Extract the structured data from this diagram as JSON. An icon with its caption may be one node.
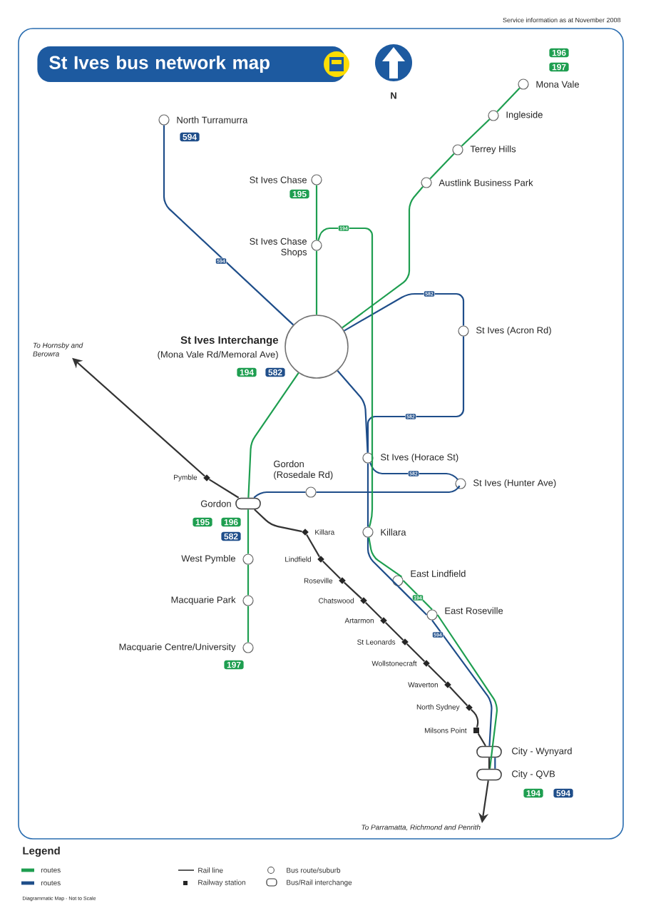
{
  "diagram": {
    "title": "St Ives bus network map",
    "nodes": [
      {
        "text": [
          "North Turramurra"
        ],
        "beside": [
          "594"
        ]
      },
      {
        "text": [
          "St Ives Chase"
        ],
        "beside": [
          "195"
        ]
      },
      {
        "text": [
          "St Ives Chase Shops"
        ]
      },
      {
        "text": [
          "Mona Vale"
        ],
        "beside": [
          "196",
          "197"
        ]
      },
      {
        "text": [
          "Ingleside"
        ]
      },
      {
        "text": [
          "Terrey Hills"
        ]
      },
      {
        "text": [
          "Austlink Business Park"
        ]
      },
      {
        "text": [
          "St Ives Interchange",
          "(Mona Vale Rd/Memoral Ave)"
        ],
        "beside": [
          "194",
          "582"
        ]
      },
      {
        "text": [
          "St Ives (Acron Rd)"
        ]
      },
      {
        "text": [
          "St Ives (Horace St)"
        ]
      },
      {
        "text": [
          "St Ives (Hunter Ave)"
        ]
      },
      {
        "text": [
          "Gordon (Rosedale Rd)"
        ]
      },
      {
        "text": [
          "Gordon"
        ],
        "beside": [
          "195",
          "196",
          "582"
        ]
      },
      {
        "text": [
          "Pymble"
        ]
      },
      {
        "text": [
          "Killara"
        ]
      },
      {
        "text": [
          "Killara"
        ]
      },
      {
        "text": [
          "West Pymble"
        ]
      },
      {
        "text": [
          "Lindfield"
        ]
      },
      {
        "text": [
          "Roseville"
        ]
      },
      {
        "text": [
          "Chatswood"
        ]
      },
      {
        "text": [
          "Artarmon"
        ]
      },
      {
        "text": [
          "St Leonards"
        ]
      },
      {
        "text": [
          "East Lindfield"
        ]
      },
      {
        "text": [
          "East Roseville"
        ]
      },
      {
        "text": [
          "Macquarie Park"
        ]
      },
      {
        "text": [
          "Wollstonecraft"
        ]
      },
      {
        "text": [
          "Macquarie Centre/University"
        ],
        "beside": [
          "197"
        ]
      },
      {
        "text": [
          "Waverton"
        ]
      },
      {
        "text": [
          "North Sydney"
        ]
      },
      {
        "text": [
          "Milsons Point"
        ]
      },
      {
        "text": [
          "City - Wynyard"
        ]
      },
      {
        "text": [
          "City - QVB"
        ],
        "beside": [
          "194",
          "594"
        ]
      },
      {
        "text": [
          "To Hornsby and Berowra"
        ]
      },
      {
        "text": [
          "To Parramatta, Richmond and Penrith"
        ]
      }
    ],
    "edges": [
      {
        "from": 0,
        "to": 7,
        "arrow": "none",
        "color": "#1f4e8a"
      },
      {
        "from": 7,
        "to": 8,
        "arrow": "none",
        "color": "#1f4e8a"
      },
      {
        "from": 8,
        "to": 9,
        "arrow": "none",
        "color": "#1f4e8a"
      },
      {
        "from": 7,
        "to": 9,
        "arrow": "none",
        "color": "#1f4e8a"
      },
      {
        "from": 9,
        "to": 10,
        "arrow": "none",
        "color": "#1f4e8a"
      },
      {
        "from": 10,
        "to": 11,
        "arrow": "none",
        "color": "#1f4e8a"
      },
      {
        "from": 11,
        "to": 12,
        "arrow": "none",
        "color": "#1f4e8a"
      },
      {
        "from": 9,
        "to": 15,
        "arrow": "none",
        "color": "#1f4e8a"
      },
      {
        "from": 15,
        "to": 22,
        "arrow": "none",
        "color": "#1f4e8a"
      },
      {
        "from": 22,
        "to": 23,
        "arrow": "none",
        "color": "#1f4e8a"
      },
      {
        "from": 23,
        "to": 30,
        "arrow": "none",
        "color": "#1f4e8a"
      },
      {
        "from": 30,
        "to": 31,
        "arrow": "none",
        "color": "#1f4e8a"
      },
      {
        "from": 1,
        "to": 2,
        "arrow": "none",
        "color": "#1e9e50"
      },
      {
        "from": 2,
        "to": 7,
        "arrow": "none",
        "color": "#1e9e50"
      },
      {
        "from": 2,
        "to": 15,
        "arrow": "none",
        "color": "#1e9e50"
      },
      {
        "from": 15,
        "to": 22,
        "arrow": "none",
        "color": "#1e9e50"
      },
      {
        "from": 22,
        "to": 23,
        "arrow": "none",
        "color": "#1e9e50"
      },
      {
        "from": 23,
        "to": 31,
        "arrow": "none",
        "color": "#1e9e50"
      },
      {
        "from": 3,
        "to": 4,
        "arrow": "none",
        "color": "#1e9e50"
      },
      {
        "from": 4,
        "to": 5,
        "arrow": "none",
        "color": "#1e9e50"
      },
      {
        "from": 5,
        "to": 6,
        "arrow": "none",
        "color": "#1e9e50"
      },
      {
        "from": 6,
        "to": 7,
        "arrow": "none",
        "color": "#1e9e50"
      },
      {
        "from": 7,
        "to": 12,
        "arrow": "none",
        "color": "#1e9e50"
      },
      {
        "from": 12,
        "to": 16,
        "arrow": "none",
        "color": "#1e9e50"
      },
      {
        "from": 16,
        "to": 24,
        "arrow": "none",
        "color": "#1e9e50"
      },
      {
        "from": 24,
        "to": 26,
        "arrow": "none",
        "color": "#1e9e50"
      },
      {
        "from": 12,
        "to": 13,
        "arrow": "none",
        "color": "#333333"
      },
      {
        "from": 13,
        "to": 32,
        "arrow": "to",
        "color": "#333333"
      },
      {
        "from": 12,
        "to": 14,
        "arrow": "none",
        "color": "#333333"
      },
      {
        "from": 14,
        "to": 17,
        "arrow": "none",
        "color": "#333333"
      },
      {
        "from": 17,
        "to": 18,
        "arrow": "none",
        "color": "#333333"
      },
      {
        "from": 18,
        "to": 19,
        "arrow": "none",
        "color": "#333333"
      },
      {
        "from": 19,
        "to": 20,
        "arrow": "none",
        "color": "#333333"
      },
      {
        "from": 20,
        "to": 21,
        "arrow": "none",
        "color": "#333333"
      },
      {
        "from": 21,
        "to": 25,
        "arrow": "none",
        "color": "#333333"
      },
      {
        "from": 25,
        "to": 27,
        "arrow": "none",
        "color": "#333333"
      },
      {
        "from": 27,
        "to": 28,
        "arrow": "none",
        "color": "#333333"
      },
      {
        "from": 28,
        "to": 29,
        "arrow": "none",
        "color": "#333333"
      },
      {
        "from": 29,
        "to": 30,
        "arrow": "none",
        "color": "#333333"
      },
      {
        "from": 30,
        "to": 31,
        "arrow": "none",
        "color": "#333333"
      },
      {
        "from": 31,
        "to": 33,
        "arrow": "to",
        "color": "#333333"
      }
    ],
    "labels": [
      "Service information as at November 2008",
      "N",
      "594",
      "194",
      "582",
      "582",
      "582",
      "194",
      "594",
      "Legend",
      "Diagrammatic Map - Not to Scale"
    ],
    "legend": [
      {
        "text": "routes",
        "color": "#1e9e50"
      },
      {
        "text": "routes",
        "color": "#1f4e8a"
      },
      {
        "text": "Rail line"
      },
      {
        "text": "Railway station"
      },
      {
        "text": "Bus route/suburb"
      },
      {
        "text": "Bus/Rail interchange"
      }
    ]
  }
}
